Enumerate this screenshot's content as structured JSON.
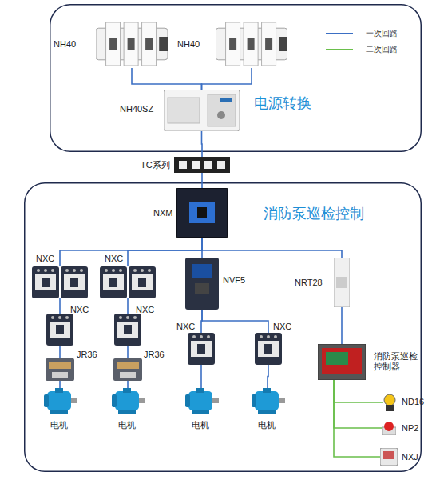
{
  "diagram": {
    "nodes": [
      {
        "text": [
          "电源转换"
        ]
      },
      {
        "text": [
          "NH40"
        ],
        "in": 0
      },
      {
        "text": [
          "NH40"
        ],
        "in": 0
      },
      {
        "text": [
          "NH40SZ"
        ],
        "in": 0
      },
      {
        "text": [
          "TC系列"
        ]
      },
      {
        "text": [
          "消防泵巡检控制"
        ]
      },
      {
        "text": [
          "NXM"
        ],
        "in": 5
      },
      {
        "text": [
          "NXC"
        ],
        "in": 5
      },
      {
        "text": [
          "NXC"
        ],
        "in": 5
      },
      {
        "text": [
          "NVF5"
        ],
        "in": 5
      },
      {
        "text": [
          "NRT28"
        ],
        "in": 5
      },
      {
        "text": [
          "NXC"
        ],
        "in": 5
      },
      {
        "text": [
          "NXC"
        ],
        "in": 5
      },
      {
        "text": [
          "NXC"
        ],
        "in": 5
      },
      {
        "text": [
          "NXC"
        ],
        "in": 5
      },
      {
        "text": [
          "JR36"
        ],
        "in": 5
      },
      {
        "text": [
          "JR36"
        ],
        "in": 5
      },
      {
        "text": [
          "消防泵巡检 控制器"
        ],
        "in": 5
      },
      {
        "text": [
          "电机"
        ],
        "in": 5
      },
      {
        "text": [
          "电机"
        ],
        "in": 5
      },
      {
        "text": [
          "电机"
        ],
        "in": 5
      },
      {
        "text": [
          "电机"
        ],
        "in": 5
      },
      {
        "text": [
          "ND16"
        ],
        "in": 5
      },
      {
        "text": [
          "NP2"
        ],
        "in": 5
      },
      {
        "text": [
          "NXJ"
        ],
        "in": 5
      }
    ],
    "edges": [
      {
        "from": 1,
        "to": 3,
        "arrow": "none"
      },
      {
        "from": 2,
        "to": 3,
        "arrow": "none"
      },
      {
        "from": 3,
        "to": 4,
        "arrow": "none"
      },
      {
        "from": 4,
        "to": 6,
        "arrow": "none"
      },
      {
        "from": 6,
        "to": 7,
        "arrow": "none"
      },
      {
        "from": 6,
        "to": 8,
        "arrow": "none"
      },
      {
        "from": 6,
        "to": 9,
        "arrow": "none"
      },
      {
        "from": 6,
        "to": 10,
        "arrow": "none"
      },
      {
        "from": 7,
        "to": 11,
        "arrow": "none"
      },
      {
        "from": 8,
        "to": 12,
        "arrow": "none"
      },
      {
        "from": 9,
        "to": 13,
        "arrow": "none"
      },
      {
        "from": 9,
        "to": 14,
        "arrow": "none"
      },
      {
        "from": 11,
        "to": 15,
        "arrow": "none"
      },
      {
        "from": 12,
        "to": 16,
        "arrow": "none"
      },
      {
        "from": 15,
        "to": 18,
        "arrow": "none"
      },
      {
        "from": 16,
        "to": 19,
        "arrow": "none"
      },
      {
        "from": 13,
        "to": 20,
        "arrow": "none"
      },
      {
        "from": 14,
        "to": 21,
        "arrow": "none"
      },
      {
        "from": 10,
        "to": 17,
        "arrow": "none"
      },
      {
        "from": 17,
        "to": 22,
        "arrow": "none"
      },
      {
        "from": 17,
        "to": 23,
        "arrow": "none"
      },
      {
        "from": 17,
        "to": 24,
        "arrow": "none"
      }
    ],
    "legend": [
      {
        "text": "一次回路"
      },
      {
        "text": "二次回路"
      }
    ]
  }
}
